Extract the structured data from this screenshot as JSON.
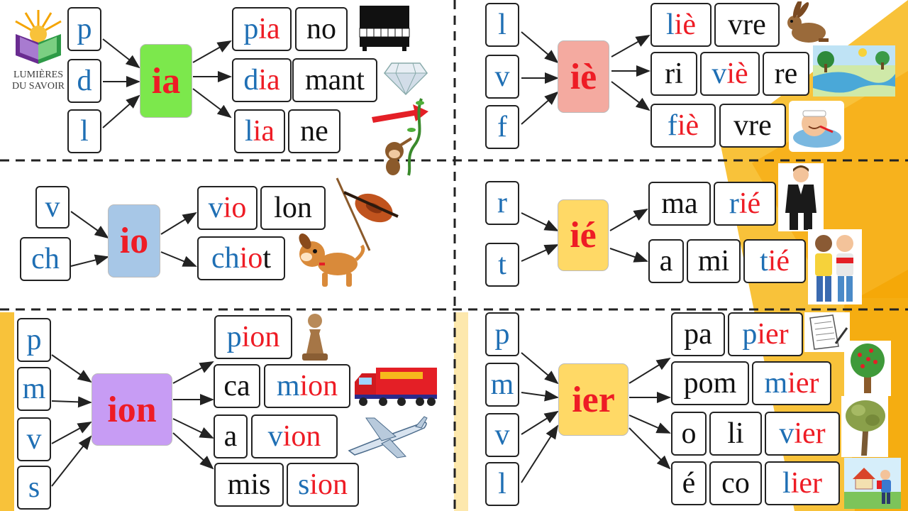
{
  "logo": {
    "line1": "LUMIÈRES",
    "line2": "DU SAVOIR"
  },
  "sections": {
    "ia": {
      "sound": "ia",
      "consonants": [
        "p",
        "d",
        "l"
      ],
      "words": [
        [
          "pia",
          "no"
        ],
        [
          "dia",
          "mant"
        ],
        [
          "lia",
          "ne"
        ]
      ]
    },
    "io": {
      "sound": "io",
      "consonants": [
        "v",
        "ch"
      ],
      "words": [
        [
          "vio",
          "lon"
        ],
        [
          "chiot"
        ]
      ]
    },
    "ion": {
      "sound": "ion",
      "consonants": [
        "p",
        "m",
        "v",
        "s"
      ],
      "words": [
        [
          "pion"
        ],
        [
          "ca",
          "mion"
        ],
        [
          "a",
          "vion"
        ],
        [
          "mis",
          "sion"
        ]
      ]
    },
    "ie_grave": {
      "sound": "iè",
      "consonants": [
        "l",
        "v",
        "f"
      ],
      "words": [
        [
          "liè",
          "vre"
        ],
        [
          "ri",
          "viè",
          "re"
        ],
        [
          "fiè",
          "vre"
        ]
      ]
    },
    "ie_acute": {
      "sound": "ié",
      "consonants": [
        "r",
        "t"
      ],
      "words": [
        [
          "ma",
          "rié"
        ],
        [
          "a",
          "mi",
          "tié"
        ]
      ]
    },
    "ier": {
      "sound": "ier",
      "consonants": [
        "p",
        "m",
        "v",
        "l"
      ],
      "words": [
        [
          "pa",
          "pier"
        ],
        [
          "pom",
          "mier"
        ],
        [
          "o",
          "li",
          "vier"
        ],
        [
          "é",
          "co",
          "lier"
        ]
      ]
    }
  },
  "icons": [
    "piano-icon",
    "diamond-icon",
    "monkey-vine-icon",
    "violin-icon",
    "puppy-icon",
    "chess-pawn-icon",
    "truck-icon",
    "airplane-icon",
    "hare-icon",
    "river-icon",
    "fever-icon",
    "groom-icon",
    "friends-icon",
    "paper-icon",
    "apple-tree-icon",
    "olive-tree-icon",
    "schoolboy-icon"
  ],
  "colors": {
    "blue": "#1f6fb4",
    "red": "#ee1c25",
    "ia": "#7ce84c",
    "io": "#a7c7e7",
    "ion": "#c79cf4",
    "ie_grave": "#f4aaa0",
    "ie_acute": "#ffd966",
    "ier": "#ffd966",
    "accent": "#f6b81c"
  }
}
